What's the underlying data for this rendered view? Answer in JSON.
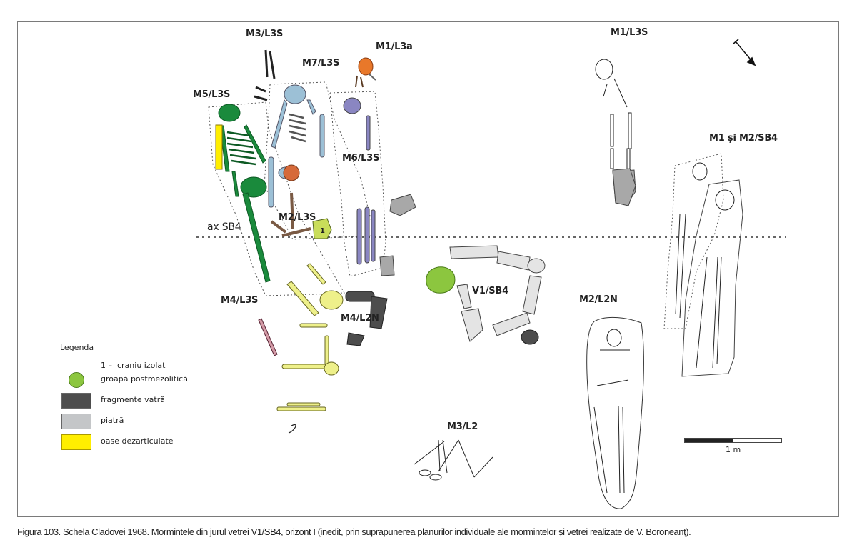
{
  "figure": {
    "caption": "Figura 103. Schela Cladovei 1968. Mormintele din jurul vetrei V1/SB4, orizont I (inedit, prin suprapunerea planurilor individuale ale mormintelor și vetrei realizate de V. Boroneanț).",
    "axis_label": "ax SB4",
    "north_arrow_icon": "north-arrow-icon",
    "scale_bar": {
      "label": "1 m",
      "length_m": 1
    }
  },
  "burials": [
    {
      "id": "M3/L3S",
      "color": "#333333"
    },
    {
      "id": "M1/L3a",
      "color": "#e8782a"
    },
    {
      "id": "M7/L3S",
      "color": "#9cc0d6"
    },
    {
      "id": "M5/L3S",
      "color": "#1a8a3c"
    },
    {
      "id": "M6/L3S",
      "color": "#8a86c2"
    },
    {
      "id": "M2/L3S",
      "color": "#7a5a44"
    },
    {
      "id": "M4/L3S",
      "color": "#d39aa6"
    },
    {
      "id": "M4/L2N",
      "color": "#eef08a"
    },
    {
      "id": "M3/L2",
      "color": "#ffffff"
    },
    {
      "id": "M1/L3S",
      "color": "#ffffff"
    },
    {
      "id": "M1 și M2/SB4",
      "color": "#ffffff"
    },
    {
      "id": "M2/L2N",
      "color": "#ffffff"
    }
  ],
  "hearth": {
    "id": "V1/SB4",
    "stone_color": "#dcdcdc"
  },
  "isolated_skull_marker": "1",
  "legend": {
    "title": "Legenda",
    "items": [
      {
        "symbol": "1 –",
        "label": "craniu izolat",
        "color": ""
      },
      {
        "symbol": "",
        "label": "groapă postmezolitică",
        "color": "#8cc63f"
      },
      {
        "symbol": "",
        "label": "fragmente vatră",
        "color": "#4d4d4d"
      },
      {
        "symbol": "",
        "label": "piatră",
        "color": "#c4c6c8"
      },
      {
        "symbol": "",
        "label": "oase dezarticulate",
        "color": "#ffee00"
      }
    ]
  }
}
